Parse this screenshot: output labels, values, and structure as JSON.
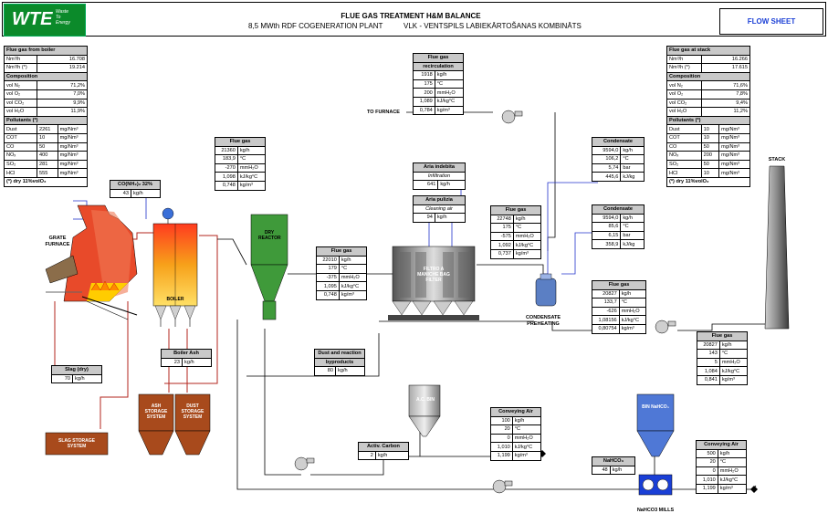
{
  "logo": {
    "text": "WTE",
    "sub": [
      "Waste",
      "To",
      "Energy"
    ]
  },
  "title": "FLUE GAS TREATMENT H&M BALANCE",
  "subtitle_left": "8,5 MWth RDF COGENERATION PLANT",
  "subtitle_right": "VLK - VENTSPILS LABIEKĀRTOŠANAS KOMBINĀTS",
  "flow_sheet": "FLOW SHEET",
  "boiler_panel": {
    "title": "Flue gas from boiler",
    "rows": [
      [
        "Nm³/h",
        "16.708"
      ],
      [
        "Nm³/h (*)",
        "19.214"
      ]
    ],
    "comp_title": "Composition",
    "comp": [
      [
        "vol N₂",
        "71,2%"
      ],
      [
        "vol O₂",
        "7,0%"
      ],
      [
        "vol CO₂",
        "9,9%"
      ],
      [
        "vol H₂O",
        "11,9%"
      ]
    ],
    "poll_title": "Pollutants (*)",
    "poll": [
      [
        "Dust",
        "2261",
        "mg/Nm³"
      ],
      [
        "COT",
        "10",
        "mg/Nm³"
      ],
      [
        "CO",
        "50",
        "mg/Nm³"
      ],
      [
        "NOₓ",
        "400",
        "mg/Nm³"
      ],
      [
        "SO₂",
        "281",
        "mg/Nm³"
      ],
      [
        "HCl",
        "555",
        "mg/Nm³"
      ]
    ],
    "note": "(*) dry 11%volO₂"
  },
  "stack_panel": {
    "title": "Flue gas at stack",
    "rows": [
      [
        "Nm³/h",
        "16.266"
      ],
      [
        "Nm³/h (*)",
        "17.615"
      ]
    ],
    "comp_title": "Composition",
    "comp": [
      [
        "vol N₂",
        "71,6%"
      ],
      [
        "vol O₂",
        "7,8%"
      ],
      [
        "vol CO₂",
        "9,4%"
      ],
      [
        "vol H₂O",
        "11,2%"
      ]
    ],
    "poll_title": "Pollutants (*)",
    "poll": [
      [
        "Dust",
        "10",
        "mg/Nm³"
      ],
      [
        "COT",
        "10",
        "mg/Nm³"
      ],
      [
        "CO",
        "50",
        "mg/Nm³"
      ],
      [
        "NOₓ",
        "200",
        "mg/Nm³"
      ],
      [
        "SO₂",
        "50",
        "mg/Nm³"
      ],
      [
        "HCl",
        "10",
        "mg/Nm³"
      ]
    ],
    "note": "(*) dry 11%volO₂"
  },
  "recirc": {
    "title": "Flue gas",
    "title2": "recirculation",
    "rows": [
      [
        "1918",
        "kg/h"
      ],
      [
        "175",
        "°C"
      ],
      [
        "200",
        "mmH₂O"
      ],
      [
        "1,089",
        "kJ/kg°C"
      ],
      [
        "0,784",
        "kg/m³"
      ]
    ]
  },
  "boiler_out": {
    "title": "Flue gas",
    "rows": [
      [
        "21360",
        "kg/h"
      ],
      [
        "183,9",
        "°C"
      ],
      [
        "-270",
        "mmH₂O"
      ],
      [
        "1,098",
        "kJ/kg°C"
      ],
      [
        "0,748",
        "kg/m³"
      ]
    ]
  },
  "reactor_out": {
    "title": "Flue gas",
    "rows": [
      [
        "22010",
        "kg/h"
      ],
      [
        "179",
        "°C"
      ],
      [
        "-375",
        "mmH₂O"
      ],
      [
        "1,095",
        "kJ/kg°C"
      ],
      [
        "0,748",
        "kg/m³"
      ]
    ]
  },
  "filter_out": {
    "title": "Flue gas",
    "rows": [
      [
        "22748",
        "kg/h"
      ],
      [
        "175",
        "°C"
      ],
      [
        "-575",
        "mmH₂O"
      ],
      [
        "1,092",
        "kJ/kg°C"
      ],
      [
        "0,737",
        "kg/m³"
      ]
    ]
  },
  "preheat_out": {
    "title": "Flue gas",
    "rows": [
      [
        "20827",
        "kg/h"
      ],
      [
        "133,7",
        "°C"
      ],
      [
        "-626",
        "mmH₂O"
      ],
      [
        "1,08156",
        "kJ/kg°C"
      ],
      [
        "0,80754",
        "kg/m³"
      ]
    ]
  },
  "stack_in": {
    "title": "Flue gas",
    "rows": [
      [
        "20827",
        "kg/h"
      ],
      [
        "143",
        "°C"
      ],
      [
        "5",
        "mmH₂O"
      ],
      [
        "1,084",
        "kJ/kg°C"
      ],
      [
        "0,841",
        "kg/m³"
      ]
    ]
  },
  "cond1": {
    "title": "Condensate",
    "rows": [
      [
        "9594,0",
        "kg/h"
      ],
      [
        "106,2",
        "°C"
      ],
      [
        "5,74",
        "bar"
      ],
      [
        "445,6",
        "kJ/kg"
      ]
    ]
  },
  "cond2": {
    "title": "Condensate",
    "rows": [
      [
        "9594,0",
        "kg/h"
      ],
      [
        "85,6",
        "°C"
      ],
      [
        "6,15",
        "bar"
      ],
      [
        "358,9",
        "kJ/kg"
      ]
    ]
  },
  "infiltration": {
    "title": "Aria indebita",
    "sub": "Infiltration",
    "rows": [
      [
        "641",
        "kg/h"
      ]
    ]
  },
  "cleaning_air": {
    "title": "Aria pulizia",
    "sub": "Cleaning air",
    "rows": [
      [
        "94",
        "kg/h"
      ]
    ]
  },
  "urea": {
    "title": "CO(NH₂)₂ 32%",
    "rows": [
      [
        "43",
        "kg/h"
      ]
    ]
  },
  "boiler_ash": {
    "title": "Boiler Ash",
    "rows": [
      [
        "23",
        "kg/h"
      ]
    ]
  },
  "slag": {
    "title": "Slag (dry)",
    "rows": [
      [
        "70",
        "kg/h"
      ]
    ]
  },
  "dust_byproducts": {
    "title": "Dust and reaction",
    "title2": "byproducts",
    "rows": [
      [
        "80",
        "kg/h"
      ]
    ]
  },
  "activ_carbon": {
    "title": "Activ. Carbon",
    "rows": [
      [
        "2",
        "kg/h"
      ]
    ]
  },
  "nahco3": {
    "title": "NaHCO₃",
    "rows": [
      [
        "48",
        "kg/h"
      ]
    ]
  },
  "conveying1": {
    "title": "Conveying Air",
    "rows": [
      [
        "100",
        "kg/h"
      ],
      [
        "20",
        "°C"
      ],
      [
        "0",
        "mmH₂O"
      ],
      [
        "1,010",
        "kJ/kg°C"
      ],
      [
        "1,199",
        "kg/m³"
      ]
    ]
  },
  "conveying2": {
    "title": "Conveying Air",
    "rows": [
      [
        "500",
        "kg/h"
      ],
      [
        "20",
        "°C"
      ],
      [
        "0",
        "mmH₂O"
      ],
      [
        "1,010",
        "kJ/kg°C"
      ],
      [
        "1,199",
        "kg/m³"
      ]
    ]
  },
  "labels": {
    "grate_furnace": "GRATE FURNACE",
    "boiler": "BOILER",
    "dry_reactor": "DRY REACTOR",
    "filter": "FILTRO A MANICHE BAG FILTER",
    "to_furnace": "TO FURNACE",
    "condensate_preheating": "CONDENSATE PREHEATING",
    "stack": "STACK",
    "ash_storage": "ASH STORAGE SYSTEM",
    "dust_storage": "DUST STORAGE SYSTEM",
    "slag_storage": "SLAG STORAGE SYSTEM",
    "ac_bin": "A.C. BIN",
    "bin_nahco3": "BIN NaHCO₃",
    "nahco3_mills": "NaHCO3 MILLS"
  },
  "colors": {
    "logo_green": "#0b8a2a",
    "flow_red": "#b3261e",
    "steam_blue": "#2233cc",
    "reactor_green": "#3f9a3a",
    "storage_brown": "#a84a1c",
    "boiler_orange": "#f7a11a",
    "flowsheet_blue": "#1a3fd6"
  }
}
